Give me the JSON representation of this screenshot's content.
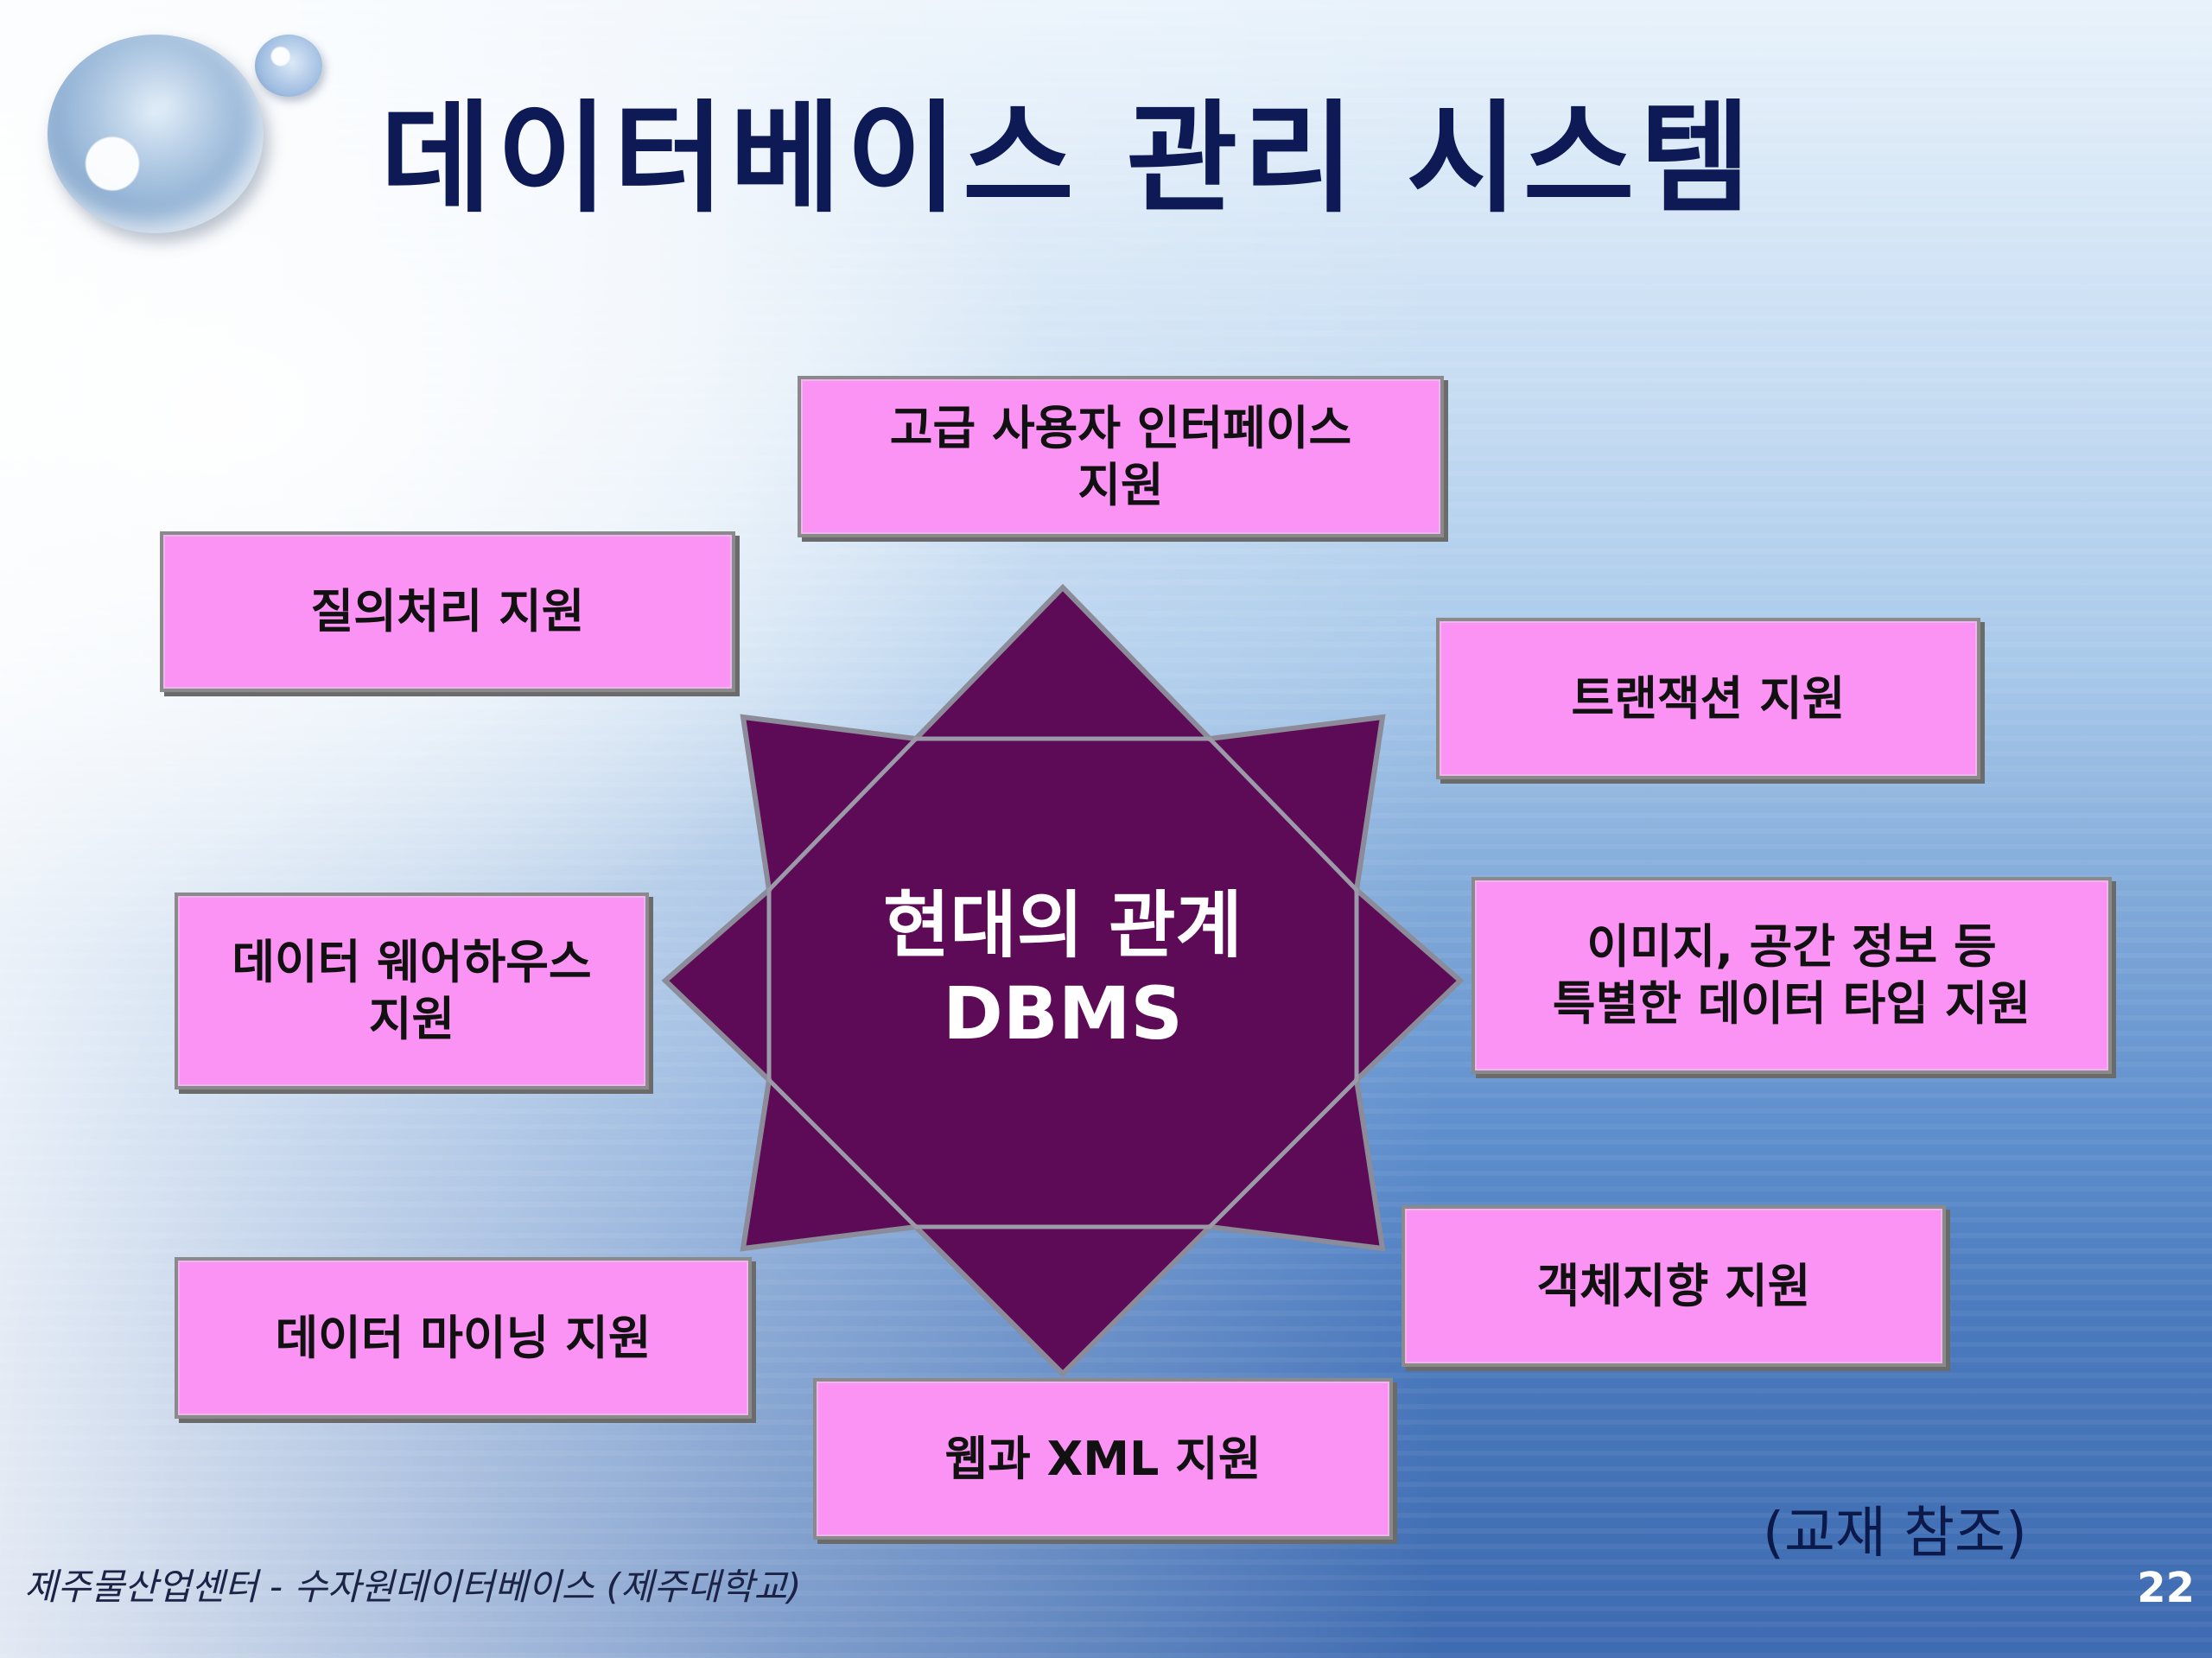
{
  "slide": {
    "title": "데이터베이스 관리 시스템",
    "center": {
      "line1": "현대의 관계",
      "line2": "DBMS"
    },
    "boxes": [
      {
        "id": "top",
        "label": "고급 사용자 인터페이스\n지원"
      },
      {
        "id": "query",
        "label": "질의처리 지원"
      },
      {
        "id": "transaction",
        "label": "트랜잭션 지원"
      },
      {
        "id": "warehouse",
        "label": "데이터 웨어하우스\n지원"
      },
      {
        "id": "special-types",
        "label": "이미지, 공간 정보 등\n특별한 데이터 타입 지원"
      },
      {
        "id": "object",
        "label": "객체지향 지원"
      },
      {
        "id": "mining",
        "label": "데이터 마이닝 지원"
      },
      {
        "id": "web-xml",
        "label": "웹과 XML 지원"
      }
    ],
    "reference": "(교재 참조)",
    "footer": "제주물산업센터 - 수자원데이터베이스 (제주대학교)",
    "page_number": "22",
    "colors": {
      "box_fill": "#fb93f5",
      "star_fill": "#5e0b57",
      "title_color": "#0d1a55"
    }
  }
}
